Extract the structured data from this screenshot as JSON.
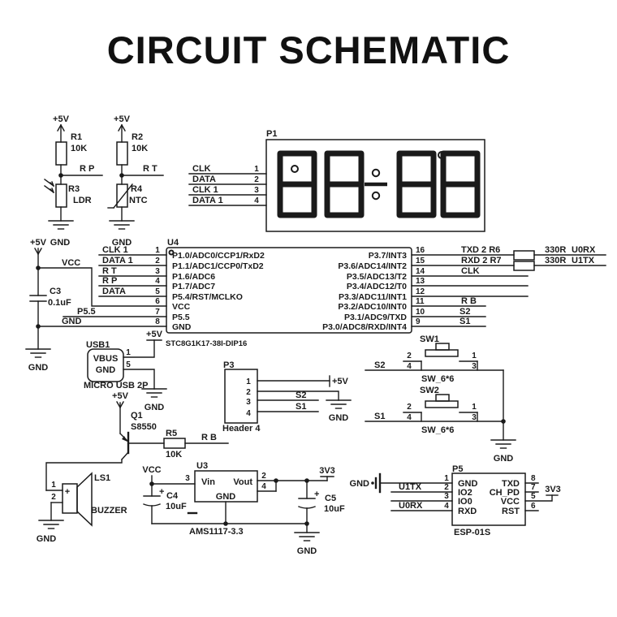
{
  "title": "CIRCUIT SCHEMATIC",
  "colors": {
    "ink": "#1a1a1a",
    "bg": "#ffffff"
  },
  "power": {
    "p5v": "+5V",
    "gnd": "GND",
    "vcc": "VCC",
    "v3v3": "3V3"
  },
  "misc": {
    "plus": "+"
  },
  "sensors": {
    "r1": {
      "ref": "R1",
      "value": "10K"
    },
    "r2": {
      "ref": "R2",
      "value": "10K"
    },
    "r3": {
      "ref": "R3",
      "type": "LDR"
    },
    "r4": {
      "ref": "R4",
      "type": "NTC"
    },
    "net_rp": "R P",
    "net_rt": "R T"
  },
  "display": {
    "ref": "P1",
    "pins": [
      "1",
      "2",
      "3",
      "4"
    ],
    "nets": [
      "CLK",
      "DATA",
      "CLK 1",
      "DATA 1"
    ]
  },
  "mcu": {
    "ref": "U4",
    "part": "STC8G1K17-38I-DIP16",
    "left": [
      {
        "num": "1",
        "net": "CLK 1",
        "label": "P1.0/ADC0/CCP1/RxD2"
      },
      {
        "num": "2",
        "net": "DATA 1",
        "label": "P1.1/ADC1/CCP0/TxD2"
      },
      {
        "num": "3",
        "net": "R T",
        "label": "P1.6/ADC6"
      },
      {
        "num": "4",
        "net": "R P",
        "label": "P1.7/ADC7"
      },
      {
        "num": "5",
        "net": "DATA",
        "label": "P5.4/RST/MCLKO"
      },
      {
        "num": "6",
        "net": "",
        "label": "VCC"
      },
      {
        "num": "7",
        "net": "P5.5",
        "label": "P5.5"
      },
      {
        "num": "8",
        "net": "",
        "label": "GND"
      }
    ],
    "right": [
      {
        "num": "16",
        "net": "TXD 2 R6",
        "label": "P3.7/INT3"
      },
      {
        "num": "15",
        "net": "RXD 2 R7",
        "label": "P3.6/ADC14/INT2"
      },
      {
        "num": "14",
        "net": "CLK",
        "label": "P3.5/ADC13/T2"
      },
      {
        "num": "13",
        "net": "",
        "label": "P3.4/ADC12/T0"
      },
      {
        "num": "12",
        "net": "",
        "label": "P3.3/ADC11/INT1"
      },
      {
        "num": "11",
        "net": "R B",
        "label": "P3.2/ADC10/INT0"
      },
      {
        "num": "10",
        "net": "S2",
        "label": "P3.1/ADC9/TXD"
      },
      {
        "num": "9",
        "net": "S1",
        "label": "P3.0/ADC8/RXD/INT4"
      }
    ]
  },
  "uart": {
    "r6": {
      "value": "330R",
      "out": "U0RX"
    },
    "r7": {
      "value": "330R",
      "out": "U1TX"
    }
  },
  "rail": {
    "cap_ref": "C3",
    "cap_value": "0.1uF"
  },
  "usb": {
    "ref": "USB1",
    "part": "MICRO USB 2P",
    "vbus": "VBUS",
    "gnd": "GND",
    "pin1": "1",
    "pin5": "5"
  },
  "driver": {
    "q_ref": "Q1",
    "q_part": "S8550",
    "r_ref": "R5",
    "r_value": "10K",
    "net": "R B"
  },
  "buzzer": {
    "ref": "LS1",
    "label": "BUZZER",
    "pin1": "1",
    "pin2": "2"
  },
  "regulator": {
    "ref": "U3",
    "part": "AMS1117-3.3",
    "vin": "Vin",
    "vout": "Vout",
    "gnd": "GND",
    "pin3": "3",
    "pin2": "2",
    "pin4": "4",
    "c4": {
      "ref": "C4",
      "value": "10uF"
    },
    "c5": {
      "ref": "C5",
      "value": "10uF"
    }
  },
  "header": {
    "ref": "P3",
    "part": "Header 4",
    "pins": [
      "1",
      "2",
      "3",
      "4"
    ],
    "net3": "S2",
    "net4": "S1"
  },
  "switches": {
    "sw1": {
      "ref": "SW1",
      "part": "SW_6*6",
      "net": "S2",
      "pins": {
        "p1": "1",
        "p2": "2",
        "p3": "3",
        "p4": "4"
      }
    },
    "sw2": {
      "ref": "SW2",
      "part": "SW_6*6",
      "net": "S1",
      "pins": {
        "p1": "1",
        "p2": "2",
        "p3": "3",
        "p4": "4"
      }
    }
  },
  "esp": {
    "ref": "P5",
    "part": "ESP-01S",
    "gnd_port": "GND",
    "left": [
      {
        "num": "1",
        "label": "GND",
        "net": ""
      },
      {
        "num": "2",
        "label": "IO2",
        "net": "U1TX"
      },
      {
        "num": "3",
        "label": "IO0",
        "net": ""
      },
      {
        "num": "4",
        "label": "RXD",
        "net": "U0RX"
      }
    ],
    "right": [
      {
        "num": "8",
        "label": "TXD",
        "net": ""
      },
      {
        "num": "7",
        "label": "CH_PD",
        "net": ""
      },
      {
        "num": "5",
        "label": "VCC",
        "net": "3V3"
      },
      {
        "num": "6",
        "label": "RST",
        "net": ""
      }
    ]
  }
}
